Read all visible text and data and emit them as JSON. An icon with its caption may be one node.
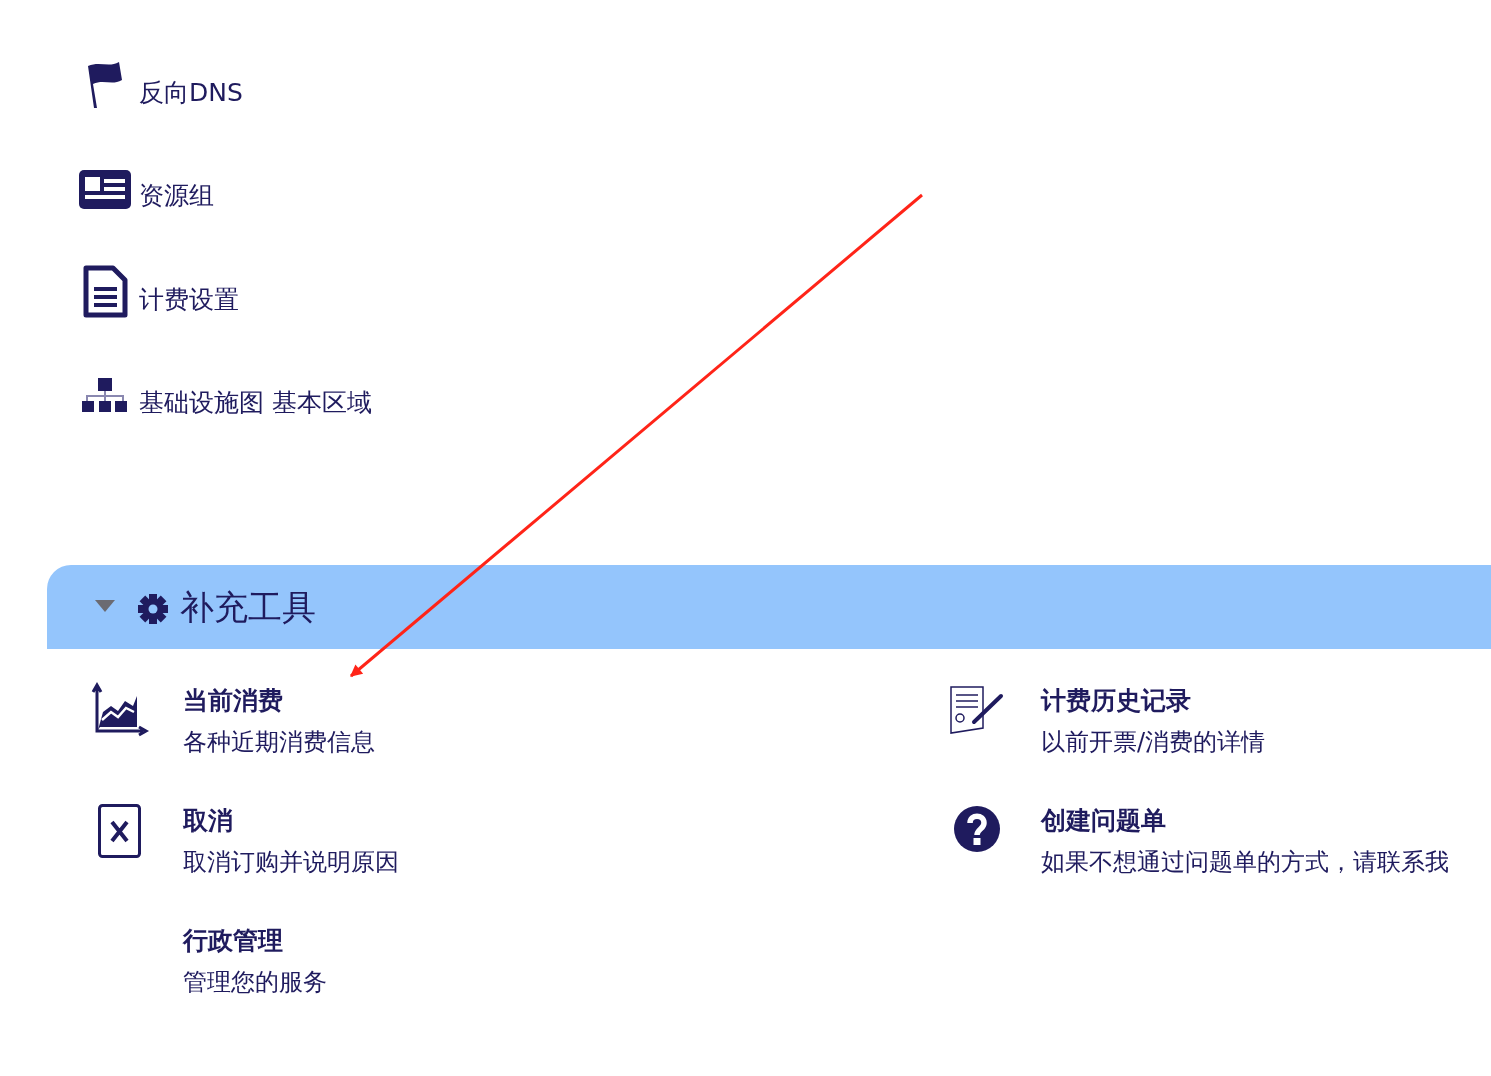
{
  "diagram": {
    "nodes": [
      {
        "text": [
          "补充工具"
        ]
      },
      {
        "text": [
          "当前消费",
          "各种近期消费信息"
        ]
      },
      {
        "text": [
          "计费历史记录",
          "以前开票/消费的详情"
        ]
      },
      {
        "text": [
          "取消",
          "取消订购并说明原因"
        ]
      },
      {
        "text": [
          "创建问题单",
          "如果不想通过问题单的方式，请联系我"
        ]
      },
      {
        "text": [
          "行政管理",
          "管理您的服务"
        ]
      }
    ],
    "edges": [
      {
        "from": null,
        "to": 1,
        "arrow": "to",
        "color": "#ff2418"
      }
    ],
    "labels": [
      "反向DNS",
      "资源组",
      "计费设置",
      "基础设施图 基本区域"
    ]
  }
}
